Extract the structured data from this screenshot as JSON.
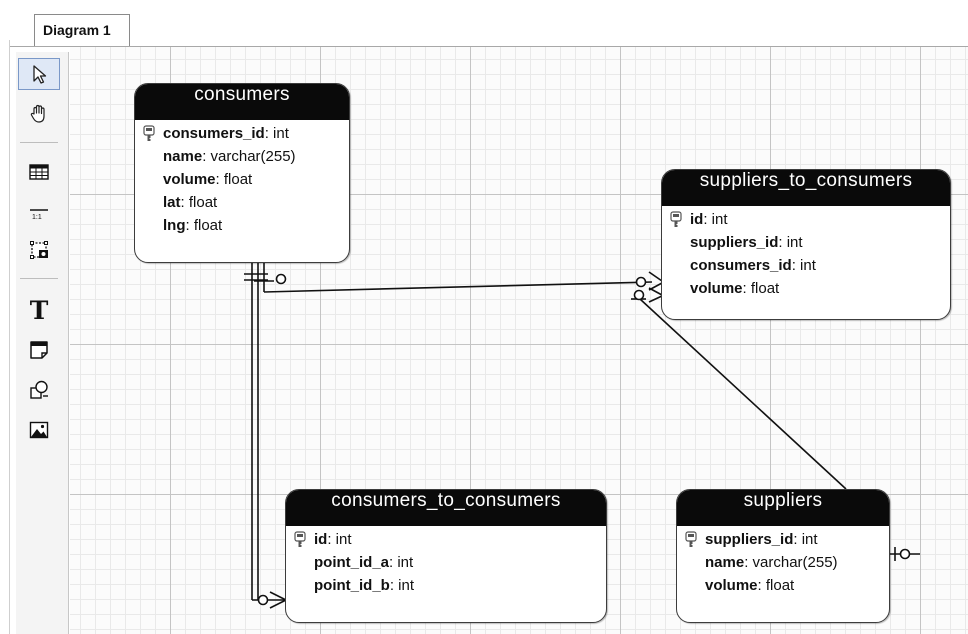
{
  "tabs": [
    {
      "label": "Diagram 1"
    }
  ],
  "toolbar": {
    "tools": [
      {
        "name": "pointer",
        "icon": "pointer-icon"
      },
      {
        "name": "hand",
        "icon": "hand-icon"
      },
      {
        "name": "table",
        "icon": "table-icon"
      },
      {
        "name": "relationship",
        "icon": "relationship-1to1-icon"
      },
      {
        "name": "view",
        "icon": "view-icon"
      },
      {
        "name": "text",
        "icon": "text-icon"
      },
      {
        "name": "note",
        "icon": "note-icon"
      },
      {
        "name": "shape",
        "icon": "shape-icon"
      },
      {
        "name": "image",
        "icon": "image-icon"
      }
    ],
    "relationship_tool_text": "1:1",
    "text_tool_glyph": "T"
  },
  "entities": {
    "consumers": {
      "title": "consumers",
      "fields": [
        {
          "name": "consumers_id",
          "type": ": int",
          "key": true
        },
        {
          "name": "name",
          "type": ": varchar(255)"
        },
        {
          "name": "volume",
          "type": ": float"
        },
        {
          "name": "lat",
          "type": ": float"
        },
        {
          "name": "lng",
          "type": ": float"
        }
      ]
    },
    "suppliers_to_consumers": {
      "title": "suppliers_to_consumers",
      "fields": [
        {
          "name": "id",
          "type": ": int",
          "key": true
        },
        {
          "name": "suppliers_id",
          "type": ": int"
        },
        {
          "name": "consumers_id",
          "type": ": int"
        },
        {
          "name": "volume",
          "type": ": float"
        }
      ]
    },
    "consumers_to_consumers": {
      "title": "consumers_to_consumers",
      "fields": [
        {
          "name": "id",
          "type": ": int",
          "key": true
        },
        {
          "name": "point_id_a",
          "type": ": int"
        },
        {
          "name": "point_id_b",
          "type": ": int"
        }
      ]
    },
    "suppliers": {
      "title": "suppliers",
      "fields": [
        {
          "name": "suppliers_id",
          "type": ": int",
          "key": true
        },
        {
          "name": "name",
          "type": ": varchar(255)"
        },
        {
          "name": "volume",
          "type": ": float"
        }
      ]
    }
  },
  "colors": {
    "header": "#0a0a0a",
    "header_text": "#ffffff",
    "line": "#111111",
    "key": "#6f6f6f"
  }
}
